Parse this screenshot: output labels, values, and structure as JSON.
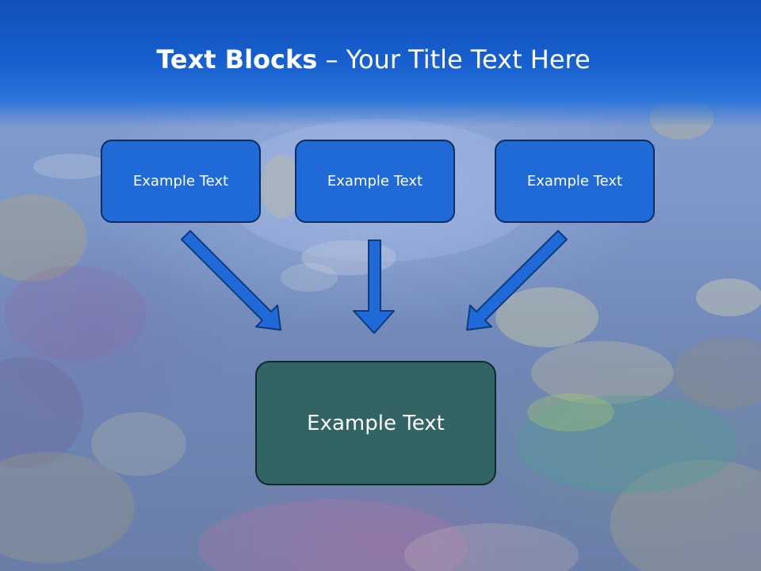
{
  "slide": {
    "title_bold": "Text Blocks",
    "title_dash": " – ",
    "title_rest": "Your Title Text Here",
    "boxes": [
      {
        "label": "Example Text"
      },
      {
        "label": "Example Text"
      },
      {
        "label": "Example Text"
      }
    ],
    "main_box": {
      "label": "Example Text"
    },
    "colors": {
      "title_band": "#1760cf",
      "box_fill": "#1f6ad6",
      "arrow_fill": "#1f6ad6",
      "main_box_fill": "#326464",
      "text": "#ffffff"
    },
    "background": "underwater-coral-reef-image"
  }
}
